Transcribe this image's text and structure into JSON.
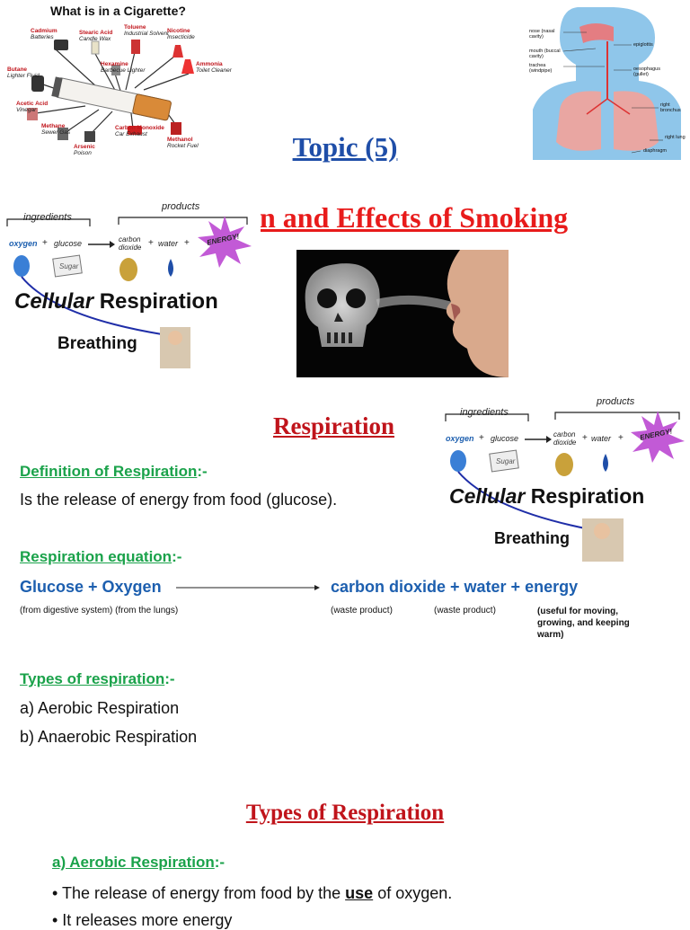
{
  "cigarette": {
    "title": "What is in a Cigarette?",
    "ingredients": [
      {
        "name": "Cadmium",
        "use": "Batteries"
      },
      {
        "name": "Stearic Acid",
        "use": "Candle Wax"
      },
      {
        "name": "Toluene",
        "use": "Industrial Solvent"
      },
      {
        "name": "Nicotine",
        "use": "Insecticide"
      },
      {
        "name": "Hexamine",
        "use": "Barbecue Lighter"
      },
      {
        "name": "Ammonia",
        "use": "Toilet Cleaner"
      },
      {
        "name": "Butane",
        "use": "Lighter Fluid"
      },
      {
        "name": "Acetic Acid",
        "use": "Vinegar"
      },
      {
        "name": "Methane",
        "use": "Sewer Gas"
      },
      {
        "name": "Arsenic",
        "use": "Poison"
      },
      {
        "name": "Carbon Monoxide",
        "use": "Car Exhaust"
      },
      {
        "name": "Methanol",
        "use": "Rocket Fuel"
      }
    ]
  },
  "anatomy": {
    "labels": {
      "nose": "nose (nasal cavity)",
      "mouth": "mouth (buccal cavity)",
      "trachea": "trachea (windpipe)",
      "epiglottis": "epiglottis",
      "oesophagus": "oesophagus (gullet)",
      "right_bronchus": "right bronchus",
      "right_lung": "right lung",
      "diaphragm": "diaphragm"
    }
  },
  "topic_title": "Topic (5)",
  "main_heading_visible": "n and Effects of Smoking",
  "cellular_diagram": {
    "ingredients_label": "ingredients",
    "products_label": "products",
    "oxygen": "oxygen",
    "glucose": "glucose",
    "carbon_dioxide": "carbon dioxide",
    "water": "water",
    "energy": "ENERGY!",
    "sugar": "Sugar",
    "title_italic": "Cellular",
    "title_rest": "Respiration",
    "breathing": "Breathing"
  },
  "respiration_heading": "Respiration",
  "definition": {
    "heading": "Definition of Respiration",
    "suffix": ":-",
    "text": "Is the release of energy from food (glucose)."
  },
  "equation": {
    "heading": "Respiration equation",
    "suffix": ":-",
    "left": "Glucose + Oxygen",
    "right": "carbon dioxide + water + energy",
    "note_left": "(from digestive system) (from the lungs)",
    "note_waste1": "(waste product)",
    "note_waste2": "(waste product)",
    "note_energy": "(useful for moving, growing, and keeping warm)"
  },
  "types": {
    "heading": "Types of respiration",
    "suffix": ":-",
    "items": [
      "a) Aerobic Respiration",
      "b) Anaerobic Respiration"
    ]
  },
  "types_heading": "Types of Respiration",
  "aerobic": {
    "heading": "a) Aerobic Respiration",
    "suffix": ":-",
    "bullet1_pre": "• The release of energy from food by the ",
    "bullet1_u": "use",
    "bullet1_post": " of oxygen.",
    "bullet2": "• It releases more energy"
  },
  "colors": {
    "topic_blue": "#1f4ea8",
    "heading_red": "#c0141b",
    "section_green": "#1aa24a",
    "equation_blue": "#1d5faf"
  }
}
